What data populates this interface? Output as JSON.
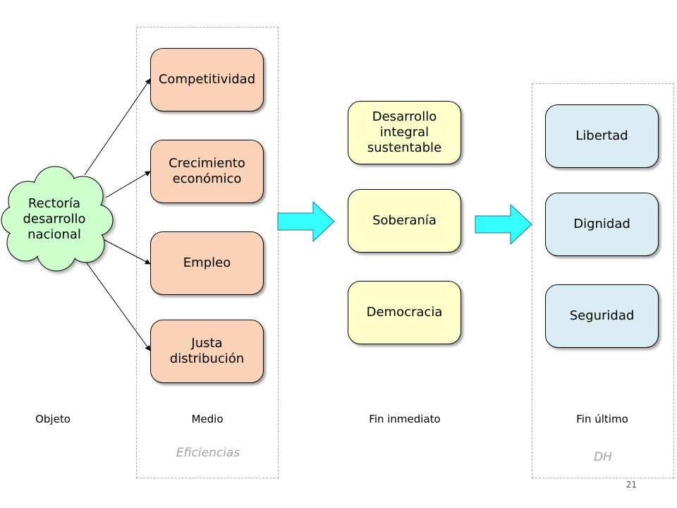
{
  "objeto": {
    "cloud_text": "Rectoría\ndesarrollo\nnacional",
    "column_label": "Objeto"
  },
  "medio": {
    "column_label": "Medio",
    "group_label": "Eficiencias",
    "items": [
      "Competitividad",
      "Crecimiento\neconómico",
      "Empleo",
      "Justa\ndistribución"
    ]
  },
  "fin_inmediato": {
    "column_label": "Fin inmediato",
    "items": [
      "Desarrollo\nintegral\nsustentable",
      "Soberanía",
      "Democracia"
    ]
  },
  "fin_ultimo": {
    "column_label": "Fin último",
    "group_label": "DH",
    "items": [
      "Libertad",
      "Dignidad",
      "Seguridad"
    ]
  },
  "page_number": "21",
  "colors": {
    "cloud_fill": "#ccffcc",
    "medio_fill": "#f9d2b8",
    "fin_inmediato_fill": "#ffffcc",
    "fin_ultimo_fill": "#d9edf3",
    "arrow_fill": "#33ffff"
  }
}
